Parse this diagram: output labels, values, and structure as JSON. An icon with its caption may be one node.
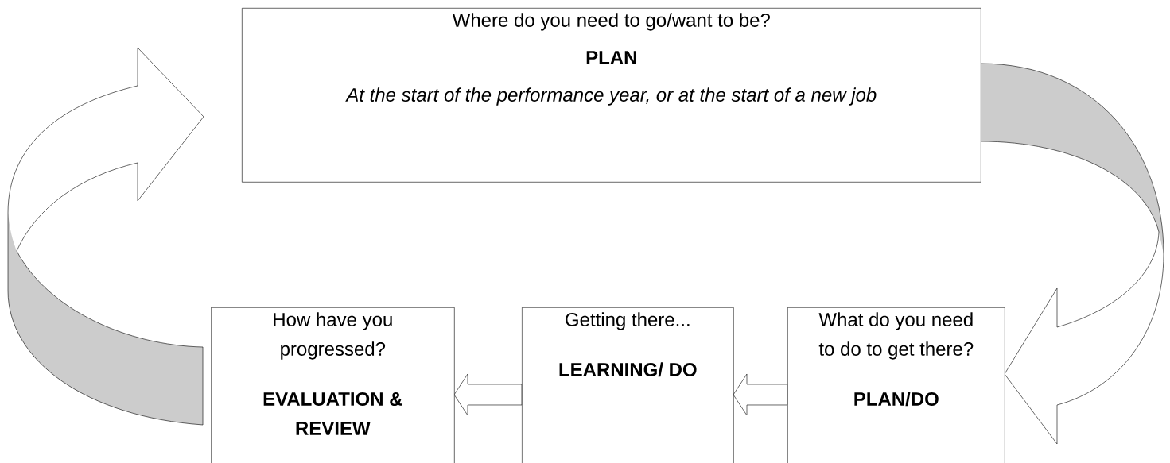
{
  "diagram": {
    "nodes": [
      {
        "text": [
          "Where do you need to go/want to be?",
          "PLAN",
          "At the start of the performance year, or at the start of a new job"
        ]
      },
      {
        "text": [
          "How have you progressed?",
          "EVALUATION & REVIEW"
        ]
      },
      {
        "text": [
          "Getting there...",
          "LEARNING/ DO"
        ]
      },
      {
        "text": [
          "What do you need to do to get there?",
          "PLAN/DO"
        ]
      }
    ],
    "edges": [
      {
        "from": 0,
        "to": 3,
        "arrow": "to"
      },
      {
        "from": 3,
        "to": 2,
        "arrow": "to"
      },
      {
        "from": 2,
        "to": 1,
        "arrow": "to"
      },
      {
        "from": 1,
        "to": 0,
        "arrow": "to"
      }
    ]
  }
}
